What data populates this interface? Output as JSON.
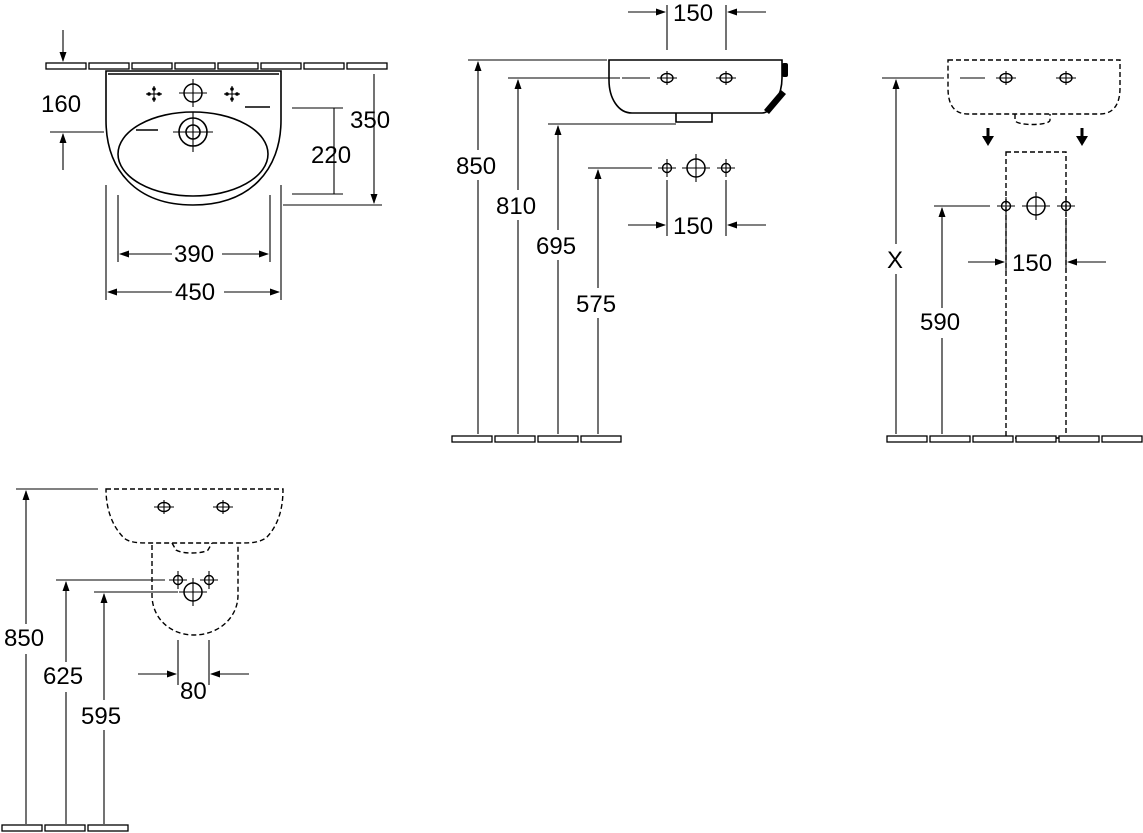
{
  "views": {
    "front": {
      "dim_top": "160",
      "dim_depth": "350",
      "dim_inner_depth": "220",
      "dim_inner_width": "390",
      "dim_width": "450"
    },
    "side": {
      "dim_tap_spacing": "150",
      "dim_height_rim": "850",
      "dim_height_top": "810",
      "dim_height_bottom": "695",
      "dim_supply": "575",
      "dim_supply_spacing": "150"
    },
    "pedestal": {
      "dim_height": "X",
      "dim_supply": "590",
      "dim_supply_spacing": "150"
    },
    "semi_pedestal": {
      "dim_height_rim": "850",
      "dim_height_top": "625",
      "dim_height_bottom": "595",
      "dim_spacing": "80"
    }
  }
}
